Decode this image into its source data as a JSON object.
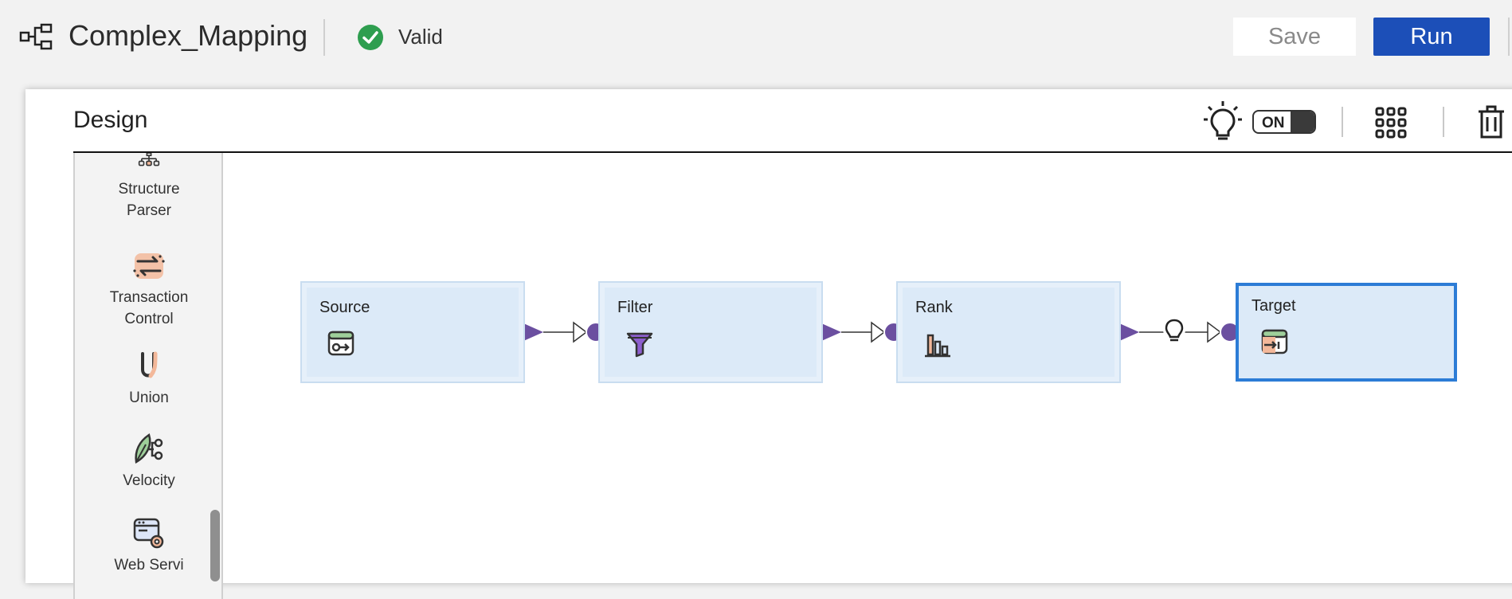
{
  "header": {
    "title": "Complex_Mapping",
    "status": "Valid",
    "save_label": "Save",
    "run_label": "Run"
  },
  "panel": {
    "title": "Design",
    "toggle_label": "ON"
  },
  "sidebar": {
    "items": [
      {
        "label_line1": "Structure",
        "label_line2": "Parser",
        "icon": "structure-parser-icon"
      },
      {
        "label_line1": "Transaction",
        "label_line2": "Control",
        "icon": "transaction-control-icon"
      },
      {
        "label_line1": "Union",
        "label_line2": "",
        "icon": "union-icon"
      },
      {
        "label_line1": "Velocity",
        "label_line2": "",
        "icon": "velocity-icon"
      },
      {
        "label_line1": "Web Servi",
        "label_line2": "",
        "icon": "web-services-icon"
      }
    ]
  },
  "canvas": {
    "nodes": [
      {
        "label": "Source",
        "icon": "source-icon"
      },
      {
        "label": "Filter",
        "icon": "filter-icon"
      },
      {
        "label": "Rank",
        "icon": "rank-icon"
      },
      {
        "label": "Target",
        "icon": "target-icon"
      }
    ]
  },
  "colors": {
    "accent": "#1c4fb8",
    "valid_green": "#2e9e4f",
    "port_purple": "#6b4fa0",
    "node_fill": "#dceaf8",
    "selected_border": "#2c7cd6"
  }
}
